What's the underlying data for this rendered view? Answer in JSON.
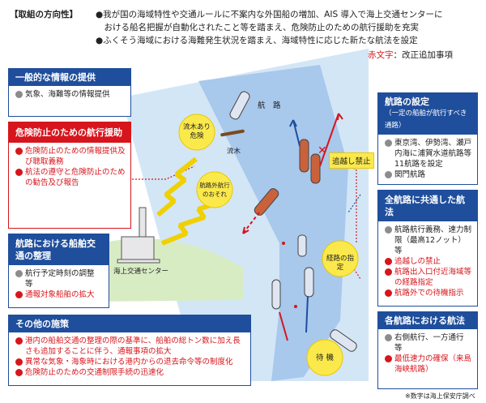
{
  "header": {
    "label": "【取組の方向性】",
    "lines": [
      "●我が国の海域特性や交通ルールに不案内な外国船の増加、AIS 導入で海上交通センターに",
      "　おける船名把握が自動化されたこと等を踏まえ、危険防止のための航行援助を充実",
      "●ふくそう海域における海難発生状況を踏まえ、海域特性に応じた新たな航法を設定"
    ],
    "legend_red": "赤文字",
    "legend_rest": "：改正追加事項"
  },
  "left_boxes": [
    {
      "title": "一般的な情報の提供",
      "items": [
        {
          "text": "気象、海難等の情報提供",
          "red": false
        }
      ]
    },
    {
      "title": "危険防止のための航行援助",
      "items": [
        {
          "text": "危険防止のための情報提供及び聴取義務",
          "red": true
        },
        {
          "text": "航法の遵守と危険防止のための勧告及び報告",
          "red": true
        }
      ]
    },
    {
      "title": "航路における船舶交通の整理",
      "items": [
        {
          "text": "航行予定時刻の調整 等",
          "red": false
        },
        {
          "text": "通報対象船舶の拡大",
          "red": true
        }
      ]
    }
  ],
  "bottom_box": {
    "title": "その他の施策",
    "items": [
      {
        "text": "港内の船舶交通の整理の際の基準に、船舶の総トン数に加え長さも追加することに伴う、通報事項の拡大",
        "red": true
      },
      {
        "text": "異常な気象・海象時における港内からの退去命令等の制度化",
        "red": true
      },
      {
        "text": "危険防止のための交通制限手続の迅速化",
        "red": true
      }
    ]
  },
  "right_boxes": [
    {
      "title": "航路の設定",
      "subtitle": "（一定の船舶が航行すべき通路）",
      "items": [
        {
          "text": "東京湾、伊勢湾、瀬戸内海に浦賀水道航路等11航路を設定",
          "red": false
        },
        {
          "text": "関門航路",
          "red": false
        }
      ]
    },
    {
      "title": "全航路に共通した航法",
      "items": [
        {
          "text": "航路航行義務、速力制限（最高12ノット）等",
          "red": false
        },
        {
          "text": "追越しの禁止",
          "red": true
        },
        {
          "text": "航路出入口付近海域等の経路指定",
          "red": true
        },
        {
          "text": "航路外での待機指示",
          "red": true
        }
      ]
    },
    {
      "title": "各航路における航法",
      "items": [
        {
          "text": "右側航行、一方通行 等",
          "red": false
        },
        {
          "text": "最低速力の確保（来島海峡航路）",
          "red": true
        }
      ]
    }
  ],
  "map_labels": {
    "channel": "航　路",
    "driftwood_burst": "流木あり危険",
    "driftwood": "流木",
    "offroute_burst": "航路外航行のおそれ",
    "center": "海上交通センター",
    "overtake": "追越し禁止",
    "route_spec": "経路の指定",
    "standby": "待 機"
  },
  "footnote": "※数字は海上保安庁調べ",
  "colors": {
    "blue": "#1f4e9c",
    "red": "#d7151c",
    "sea": "#c9dff2",
    "route": "#a9c8ec",
    "burst": "#fbe94c"
  }
}
